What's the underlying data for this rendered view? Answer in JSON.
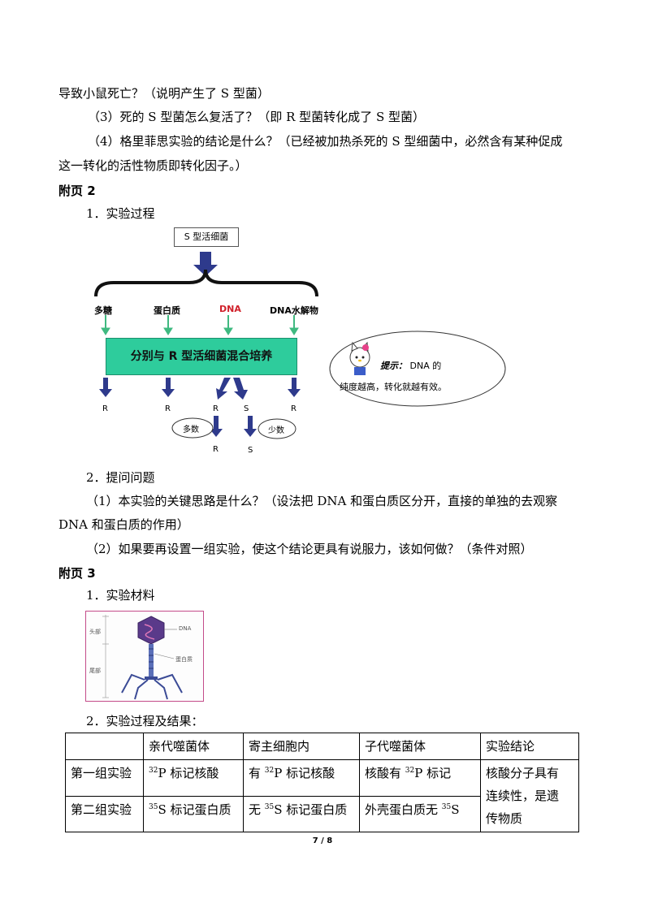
{
  "intro": {
    "line1": "导致小鼠死亡？（说明产生了 S 型菌）",
    "q3": "（3）死的 S 型菌怎么复活了？（即 R 型菌转化成了 S 型菌）",
    "q4a": "（4）格里菲思实验的结论是什么？（已经被加热杀死的 S 型细菌中，必然含有某种促成",
    "q4b": "这一转化的活性物质即转化因子。）"
  },
  "appendix2": {
    "heading": "附页 2",
    "item1": "1．实验过程",
    "diagram": {
      "top_box": "S 型活细菌",
      "components": [
        "多糖",
        "蛋白质",
        "DNA",
        "DNA水解物"
      ],
      "mix_label": "分别与 R 型活细菌混合培养",
      "results": [
        "R",
        "R",
        "R",
        "S",
        "R"
      ],
      "majority": "多数",
      "minority": "少数",
      "final": [
        "R",
        "S"
      ],
      "hint_title": "提示：",
      "hint_line1": "DNA 的",
      "hint_line2": "纯度越高，转化就越有效。",
      "dna_color": "#d0202a",
      "box_color": "#2ecc9c",
      "arrow_color": "#2e3a8c"
    },
    "item2": "2．提问问题",
    "q1a": "（1）本实验的关键思路是什么？（设法把 DNA 和蛋白质区分开，直接的单独的去观察",
    "q1b": "DNA 和蛋白质的作用）",
    "q2": "（2）如果要再设置一组实验，使这个结论更具有说服力，该如何做？（条件对照）"
  },
  "appendix3": {
    "heading": "附页 3",
    "item1": "1．实验材料",
    "phage": {
      "head": "头部",
      "tail": "尾部",
      "dna": "DNA",
      "protein": "蛋白质"
    },
    "item2": "2．实验过程及结果：",
    "table": {
      "headers": [
        "",
        "亲代噬菌体",
        "寄主细胞内",
        "子代噬菌体",
        "实验结论"
      ],
      "row1": {
        "label": "第一组实验",
        "c1_pre": "",
        "c1_sup": "32",
        "c1_post": "P 标记核酸",
        "c2_pre": "有 ",
        "c2_sup": "32",
        "c2_post": "P 标记核酸",
        "c3_pre": "核酸有 ",
        "c3_sup": "32",
        "c3_post": "P 标记"
      },
      "row2": {
        "label": "第二组实验",
        "c1_pre": "",
        "c1_sup": "35",
        "c1_post": "S 标记蛋白质",
        "c2_pre": "无 ",
        "c2_sup": "35",
        "c2_post": "S 标记蛋白质",
        "c3_pre": "外壳蛋白质无 ",
        "c3_sup": "35",
        "c3_post": "S"
      },
      "conclusion": [
        "核酸分子具有",
        "连续性，是遗",
        "传物质"
      ]
    }
  },
  "footer": {
    "page": "7 / 8"
  }
}
